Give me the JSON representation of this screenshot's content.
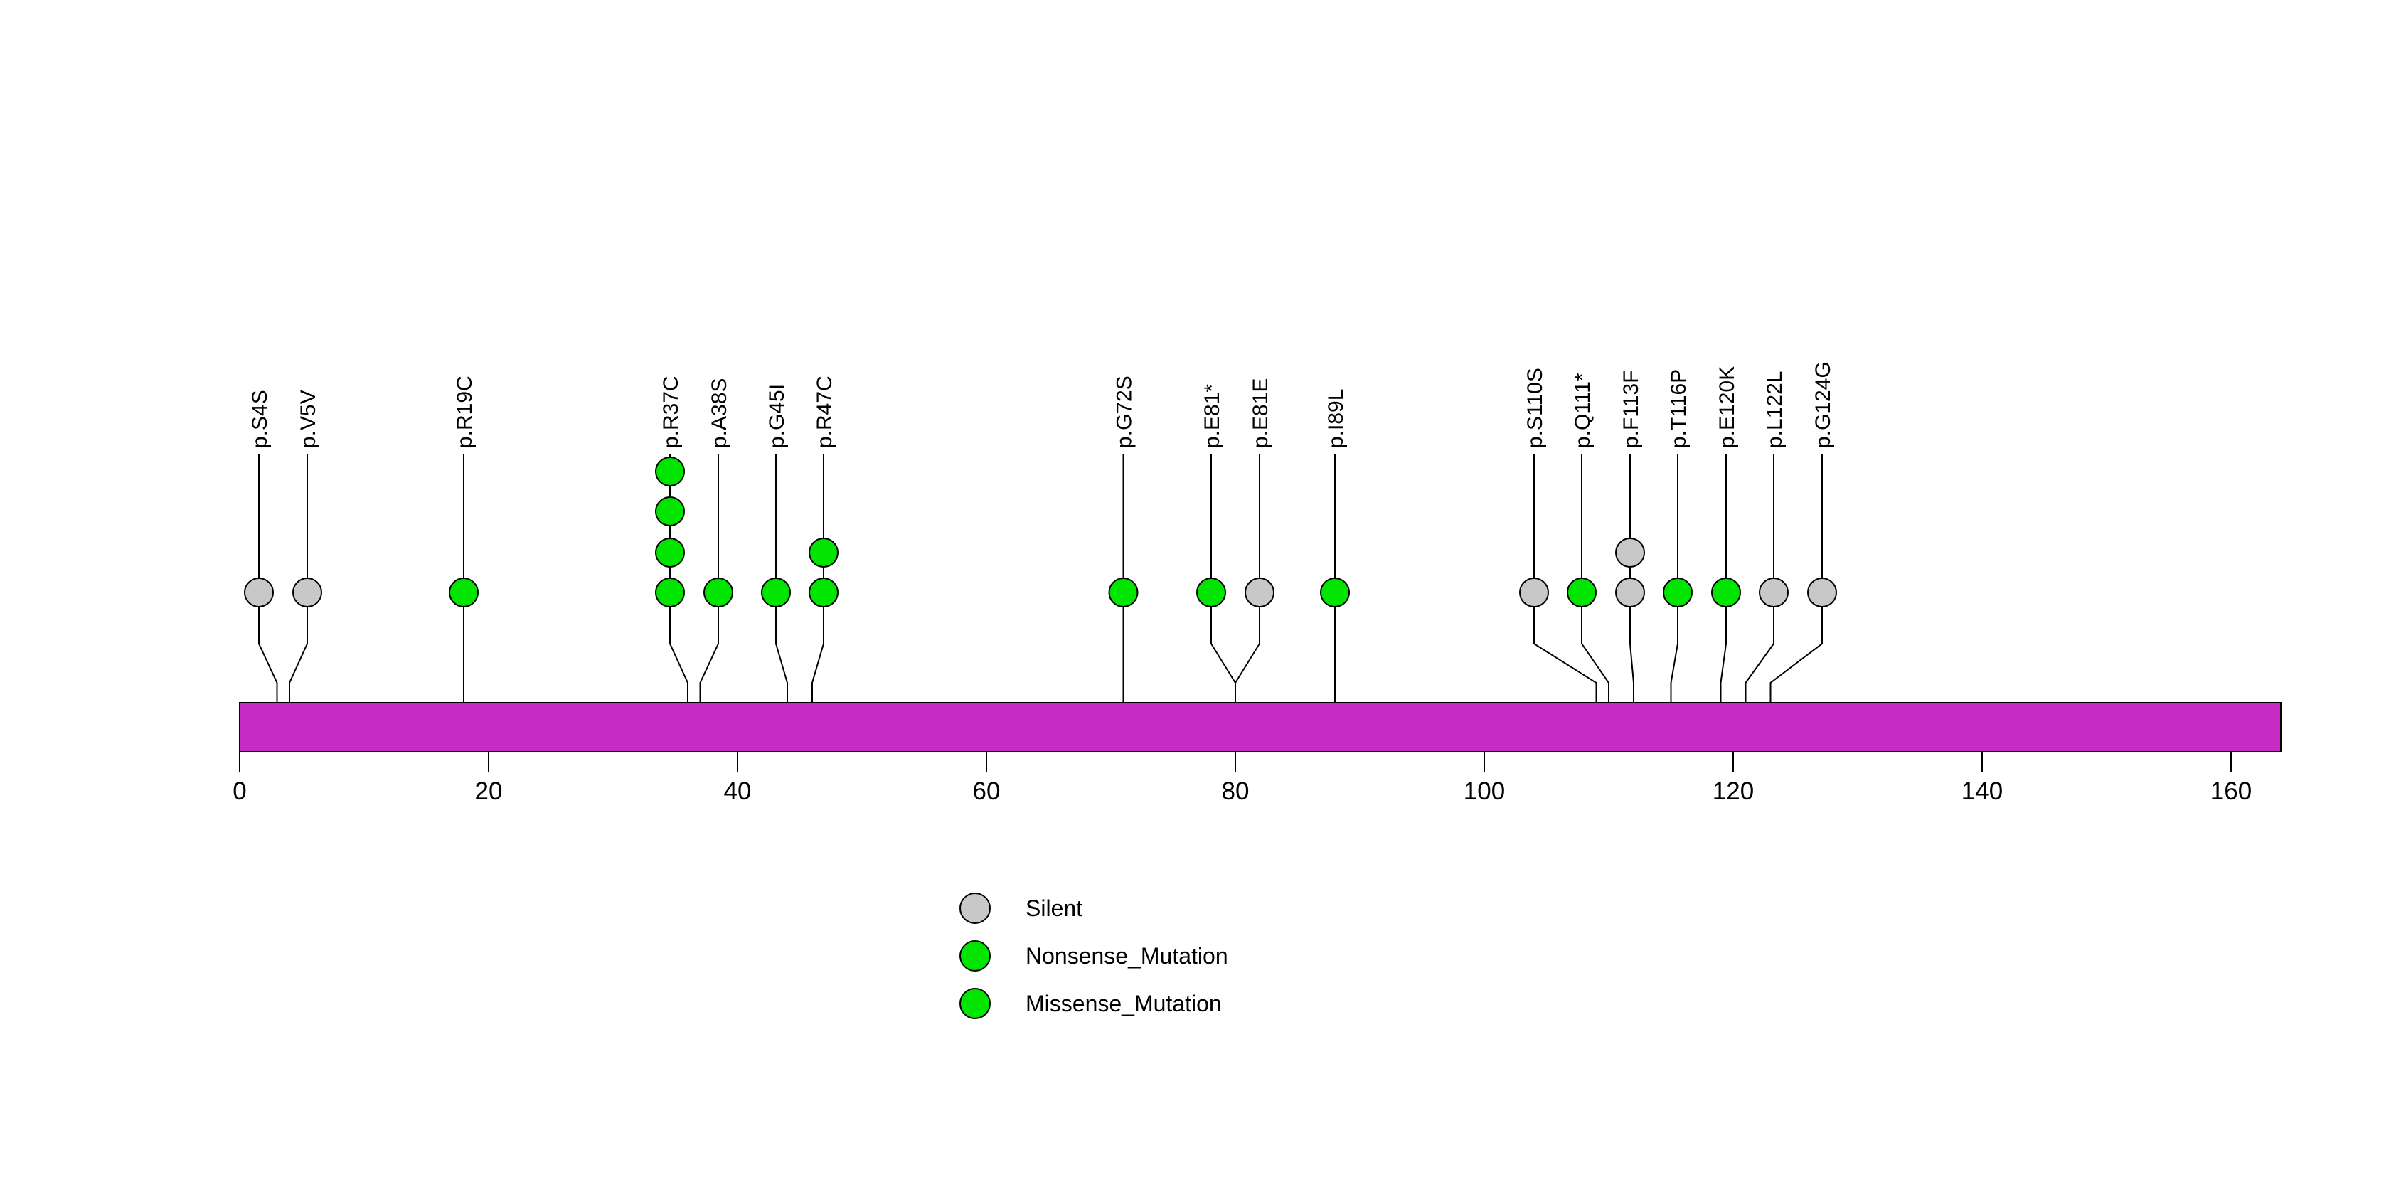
{
  "chart_data": {
    "type": "lollipop",
    "title": "",
    "xlabel": "",
    "ylabel": "",
    "xlim": [
      0,
      164
    ],
    "protein_length_aa": 164,
    "x_ticks": [
      "0",
      "20",
      "40",
      "60",
      "80",
      "100",
      "120",
      "140",
      "160"
    ],
    "grid": false,
    "legend_position": "bottom-center",
    "legend": [
      {
        "label": "Silent",
        "color": "#C8C8C8"
      },
      {
        "label": "Nonsense_Mutation",
        "color": "#00E400"
      },
      {
        "label": "Missense_Mutation",
        "color": "#00E400"
      }
    ],
    "mutations": [
      {
        "label": "p.S4S",
        "aa_position": 4,
        "count": 1,
        "classification": "Silent"
      },
      {
        "label": "p.V5V",
        "aa_position": 5,
        "count": 1,
        "classification": "Silent"
      },
      {
        "label": "p.R19C",
        "aa_position": 19,
        "count": 1,
        "classification": "Missense_Mutation"
      },
      {
        "label": "p.R37C",
        "aa_position": 37,
        "count": 4,
        "classification": "Missense_Mutation"
      },
      {
        "label": "p.A38S",
        "aa_position": 38,
        "count": 1,
        "classification": "Missense_Mutation"
      },
      {
        "label": "p.G45I",
        "aa_position": 45,
        "count": 1,
        "classification": "Missense_Mutation"
      },
      {
        "label": "p.R47C",
        "aa_position": 47,
        "count": 2,
        "classification": "Missense_Mutation"
      },
      {
        "label": "p.G72S",
        "aa_position": 72,
        "count": 1,
        "classification": "Missense_Mutation"
      },
      {
        "label": "p.E81*",
        "aa_position": 81,
        "count": 1,
        "classification": "Nonsense_Mutation"
      },
      {
        "label": "p.E81E",
        "aa_position": 81,
        "count": 1,
        "classification": "Silent"
      },
      {
        "label": "p.I89L",
        "aa_position": 89,
        "count": 1,
        "classification": "Missense_Mutation"
      },
      {
        "label": "p.S110S",
        "aa_position": 110,
        "count": 1,
        "classification": "Silent"
      },
      {
        "label": "p.Q111*",
        "aa_position": 111,
        "count": 1,
        "classification": "Nonsense_Mutation"
      },
      {
        "label": "p.F113F",
        "aa_position": 113,
        "count": 2,
        "classification": "Silent"
      },
      {
        "label": "p.T116P",
        "aa_position": 116,
        "count": 1,
        "classification": "Missense_Mutation"
      },
      {
        "label": "p.E120K",
        "aa_position": 120,
        "count": 1,
        "classification": "Missense_Mutation"
      },
      {
        "label": "p.L122L",
        "aa_position": 122,
        "count": 1,
        "classification": "Silent"
      },
      {
        "label": "p.G124G",
        "aa_position": 124,
        "count": 1,
        "classification": "Silent"
      }
    ]
  },
  "colors": {
    "silent": "#C8C8C8",
    "nonsense": "#00E400",
    "missense": "#00E400",
    "gene_bar": "#C62CC4",
    "stem": "#000000",
    "background": "#FFFFFF"
  }
}
